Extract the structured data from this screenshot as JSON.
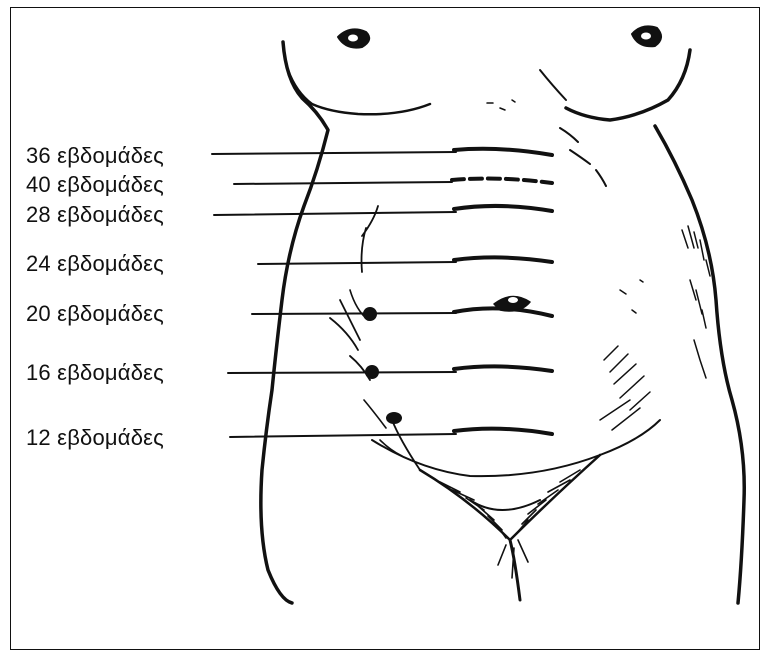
{
  "labels": [
    {
      "id": "w36",
      "text": "36 εβδομάδες"
    },
    {
      "id": "w40",
      "text": "40 εβδομάδες"
    },
    {
      "id": "w28",
      "text": "28 εβδομάδες"
    },
    {
      "id": "w24",
      "text": "24 εβδομάδες"
    },
    {
      "id": "w20",
      "text": "20 εβδομάδες"
    },
    {
      "id": "w16",
      "text": "16 εβδομάδες"
    },
    {
      "id": "w12",
      "text": "12 εβδομάδες"
    }
  ],
  "colors": {
    "ink": "#111111",
    "background": "#ffffff"
  }
}
